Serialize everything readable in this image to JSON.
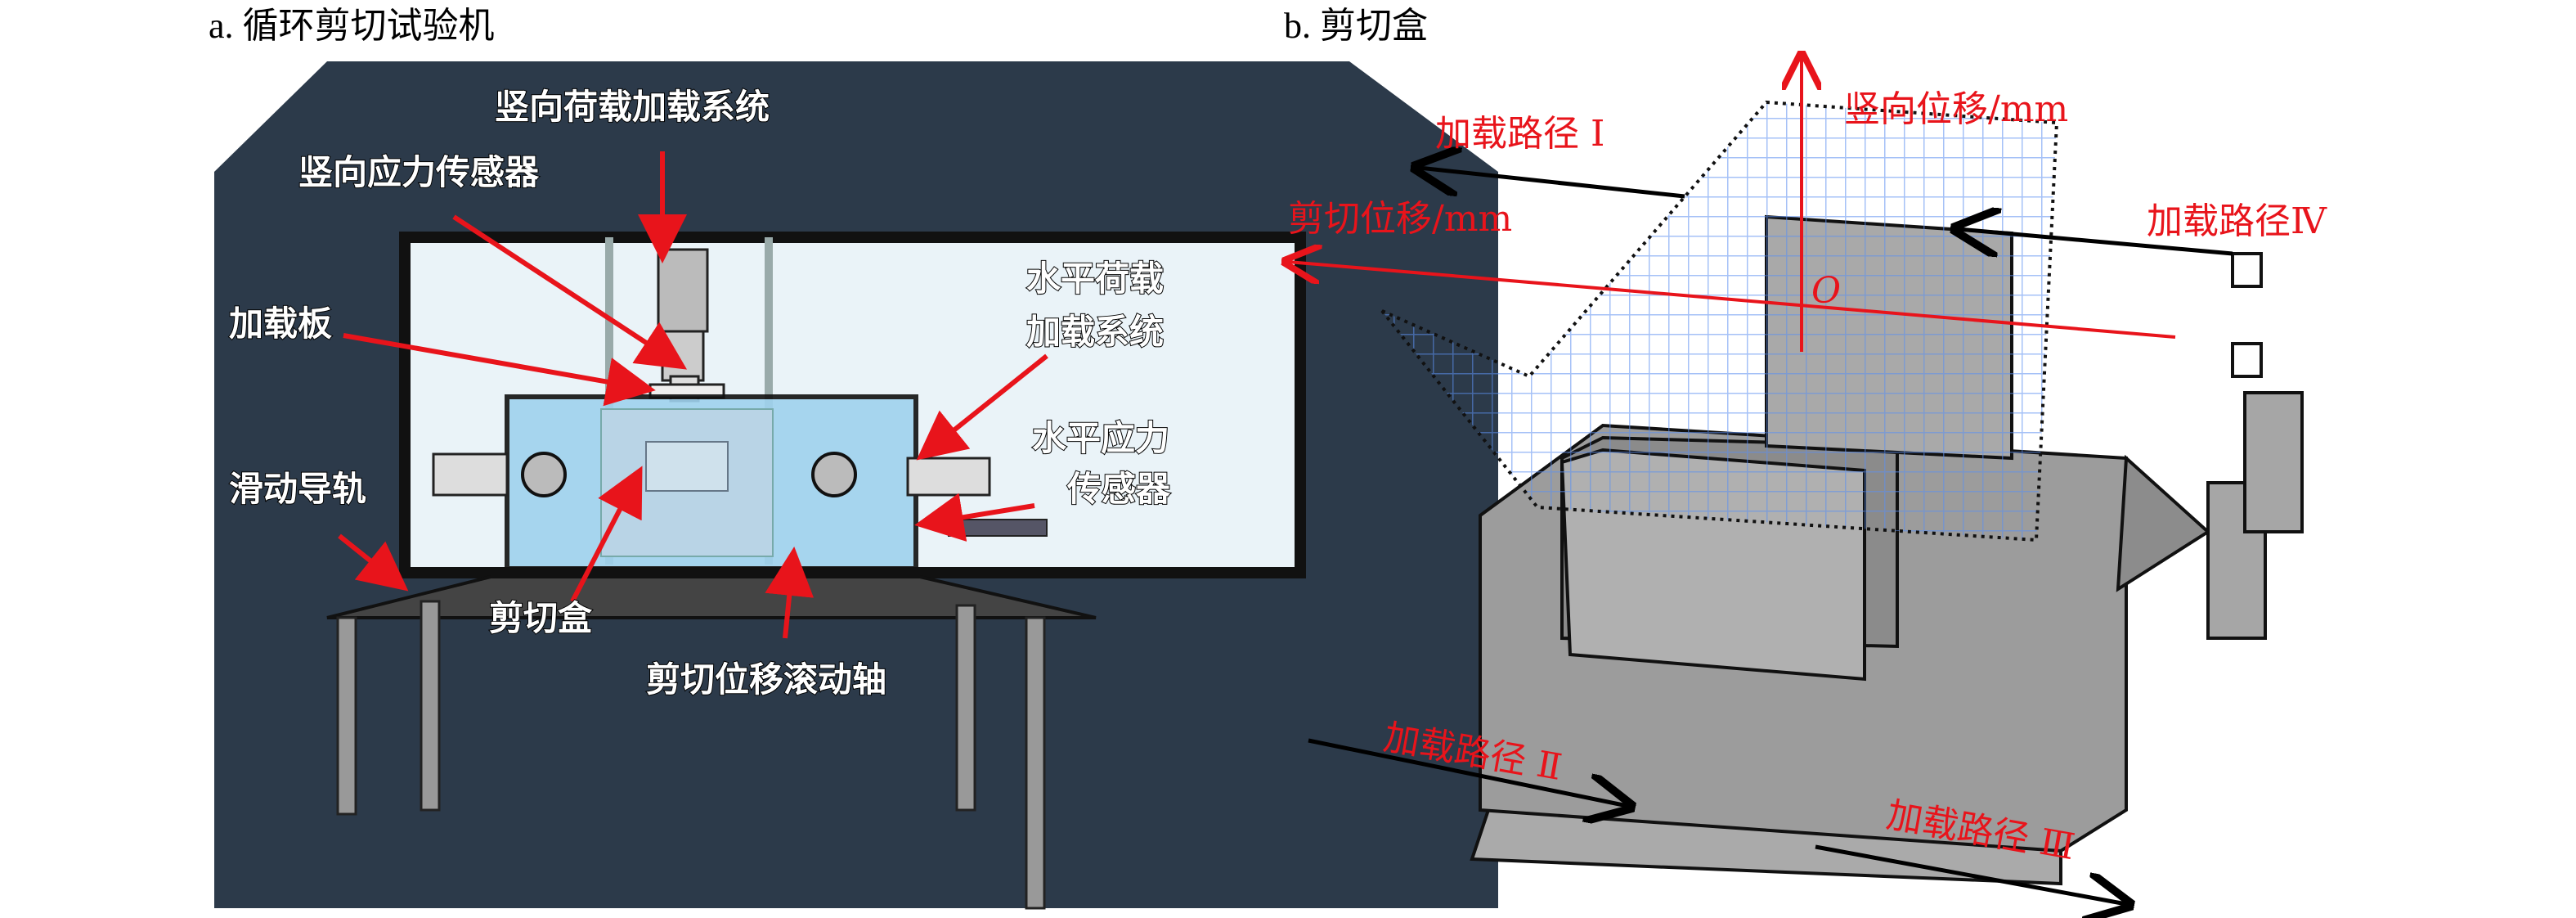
{
  "panel_a": {
    "caption": "a. 循环剪切试验机",
    "labels": {
      "vertical_loading_system": "竖向荷载加载系统",
      "vertical_stress_sensor": "竖向应力传感器",
      "loading_plate": "加载板",
      "horizontal_loading_line1": "水平荷载",
      "horizontal_loading_line2": "加载系统",
      "horizontal_stress_line1": "水平应力",
      "horizontal_stress_line2": "传感器",
      "sliding_rail": "滑动导轨",
      "shear_box": "剪切盒",
      "shear_roller": "剪切位移滚动轴"
    }
  },
  "panel_b": {
    "caption": "b. 剪切盒",
    "labels": {
      "vertical_axis": "竖向位移/mm",
      "shear_axis": "剪切位移/mm",
      "origin": "O",
      "path_1": "加载路径 Ⅰ",
      "path_2": "加载路径 Ⅱ",
      "path_3": "加载路径 Ⅲ",
      "path_4": "加载路径Ⅳ"
    }
  },
  "colors": {
    "annotation_red": "#e8141b",
    "frame_dark": "#2c3a4a",
    "grid_blue": "#5b8ff0"
  }
}
